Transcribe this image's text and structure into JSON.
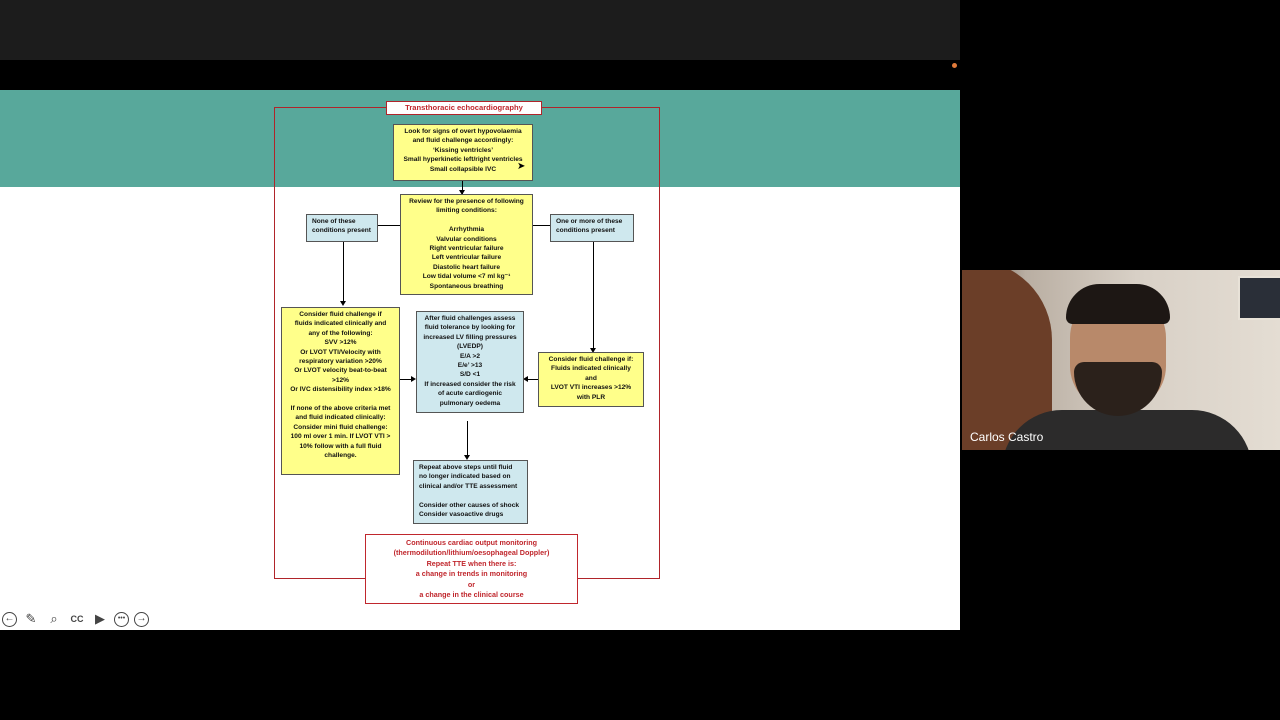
{
  "slide": {
    "title": "Transthoracic echocardiography",
    "boxes": {
      "hypovolaemia": "Look for signs of overt hypovolaemia\nand fluid challenge accordingly:\n‘Kissing ventricles’\nSmall hyperkinetic left/right ventricles\nSmall collapsible IVC",
      "review": "Review for the presence of following\nlimiting conditions:\n\nArrhythmia\nValvular conditions\nRight ventricular failure\nLeft ventricular failure\nDiastolic heart failure\nLow tidal volume <7 ml kg⁻¹\nSpontaneous breathing",
      "none": "None of these\nconditions present",
      "one_or_more": "One or more of these\nconditions present",
      "consider_left": "Consider fluid challenge if\nfluids indicated clinically and\nany of the following:\nSVV >12%\nOr LVOT VTI/Velocity with\nrespiratory variation >20%\nOr LVOT velocity beat-to-beat\n>12%\nOr IVC distensibility index >18%\n\nIf none of the above criteria met\nand fluid indicated clinically:\nConsider mini fluid challenge:\n100 ml over 1 min. If LVOT VTI >\n10% follow with a full fluid\nchallenge.",
      "after": "After fluid challenges assess\nfluid tolerance by looking for\nincreased LV filling pressures\n(LVEDP)\nE/A >2\nE/e’ >13\nS/D <1\nIf increased consider the risk\nof acute cardiogenic\npulmonary oedema",
      "consider_right": "Consider fluid challenge if:\nFluids indicated clinically\nand\nLVOT VTI increases >12%\nwith PLR",
      "repeat": "Repeat above steps until fluid\nno longer indicated based on\nclinical and/or TTE assessment\n\nConsider other causes of shock\nConsider vasoactive drugs",
      "continuous": "Continuous cardiac output monitoring\n(thermodilution/lithium/oesophageal Doppler)\nRepeat TTE when there is:\na change in trends in monitoring\nor\na change in the clinical course"
    }
  },
  "toolbar": {
    "icons": [
      "arrow-left-icon",
      "pen-icon",
      "zoom-icon",
      "closed-caption-icon",
      "video-camera-icon",
      "more-icon",
      "arrow-right-icon"
    ],
    "glyphs": [
      "←",
      "✎",
      "⌕",
      "CC",
      "▶",
      "•••",
      "→"
    ]
  },
  "participant": {
    "name": "Carlos Castro"
  },
  "colors": {
    "band": "#58a89b",
    "frame": "#b0242a",
    "yellow_box": "#ffff8a",
    "blue_box": "#cfe8ee"
  }
}
